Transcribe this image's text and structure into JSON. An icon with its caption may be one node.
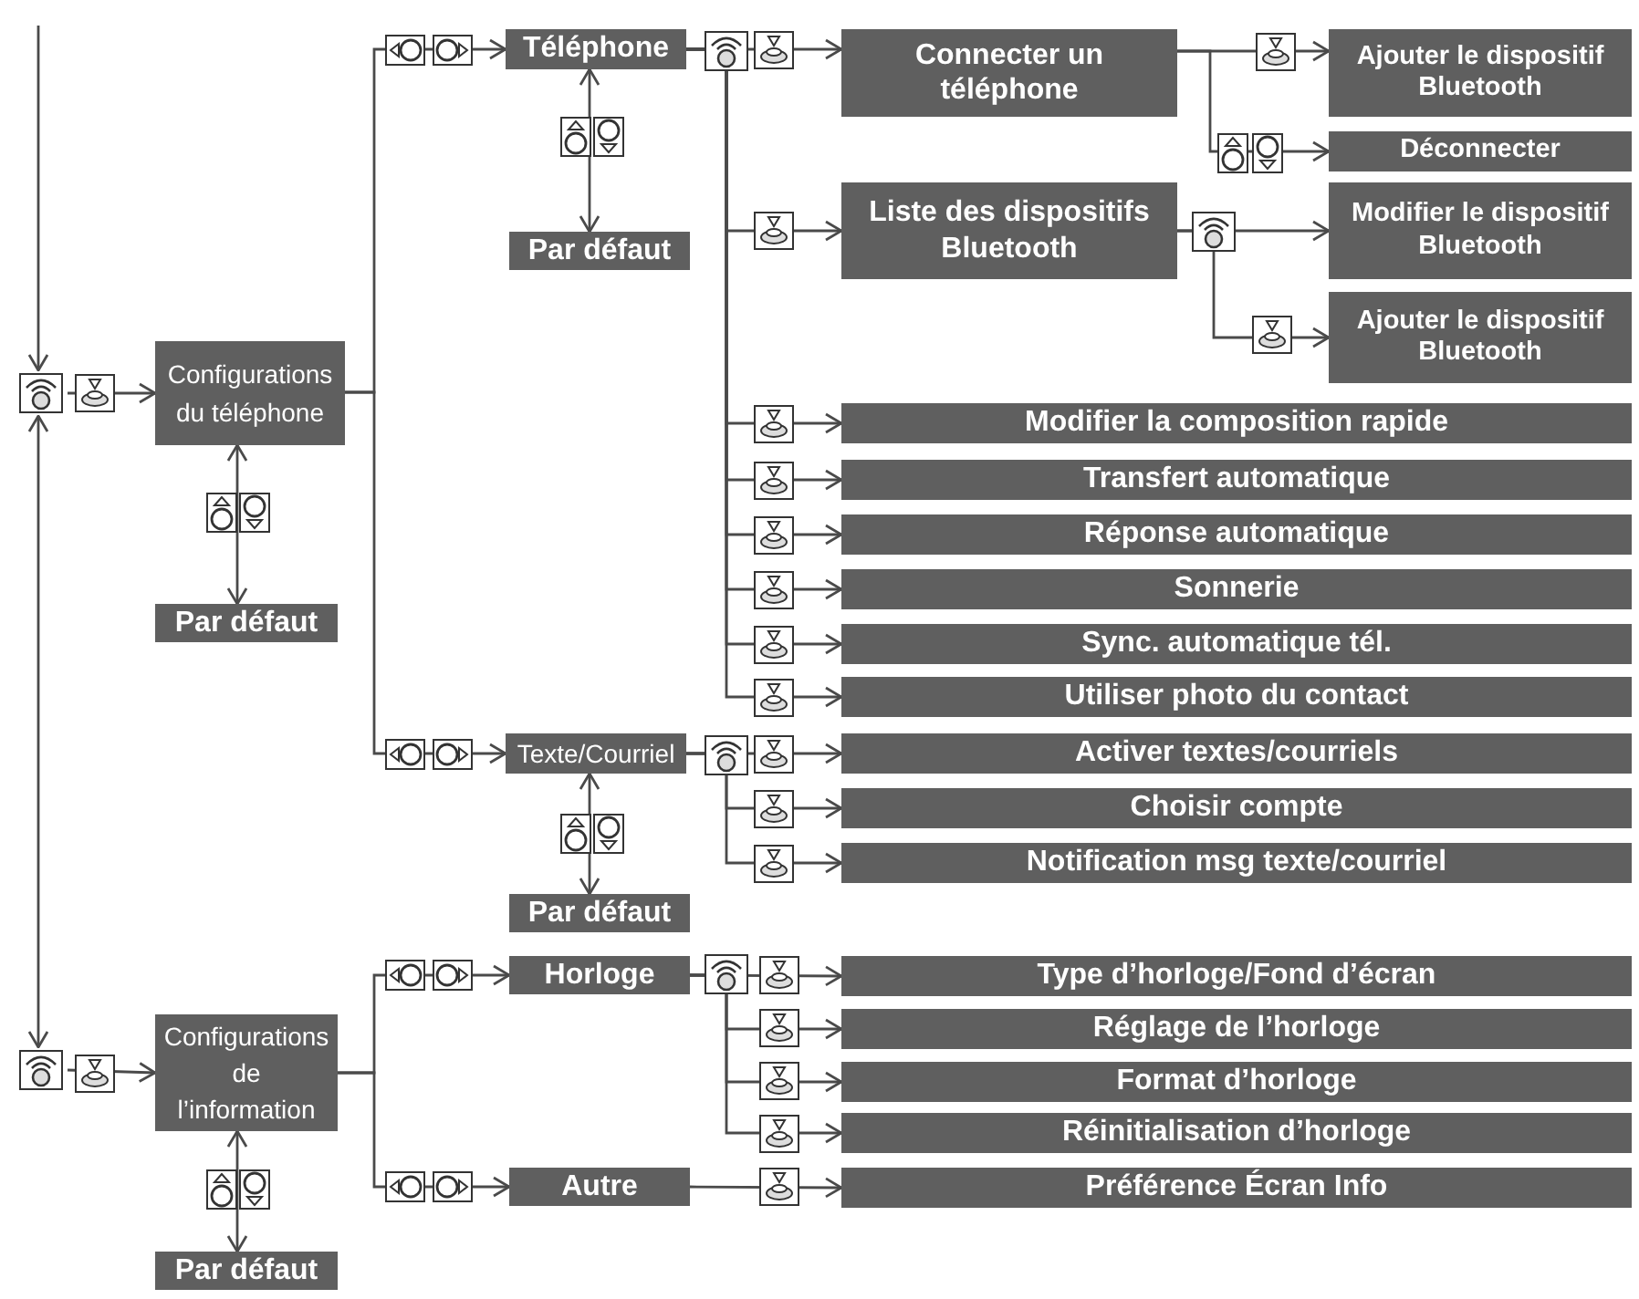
{
  "diagram": {
    "nodes": [
      {
        "text": [],
        "shape": "picture"
      },
      {
        "text": [
          "Configurations du téléphone"
        ]
      },
      {
        "text": [
          "Par défaut"
        ]
      },
      {
        "text": [
          "Téléphone"
        ]
      },
      {
        "text": [
          "Par défaut"
        ]
      },
      {
        "text": [
          "Connecter un téléphone"
        ]
      },
      {
        "text": [
          "Ajouter le dispositif Bluetooth"
        ]
      },
      {
        "text": [
          "Déconnecter"
        ]
      },
      {
        "text": [
          "Liste des dispositifs Bluetooth"
        ]
      },
      {
        "text": [
          "Modifier le dispositif Bluetooth"
        ]
      },
      {
        "text": [
          "Ajouter le dispositif Bluetooth"
        ]
      },
      {
        "text": [
          "Modifier la composition rapide"
        ]
      },
      {
        "text": [
          "Transfert automatique"
        ]
      },
      {
        "text": [
          "Réponse automatique"
        ]
      },
      {
        "text": [
          "Sonnerie"
        ]
      },
      {
        "text": [
          "Sync. automatique tél."
        ]
      },
      {
        "text": [
          "Utiliser photo du contact"
        ]
      },
      {
        "text": [
          "Texte/Courriel"
        ]
      },
      {
        "text": [
          "Par défaut"
        ]
      },
      {
        "text": [
          "Activer textes/courriels"
        ]
      },
      {
        "text": [
          "Choisir compte"
        ]
      },
      {
        "text": [
          "Notification msg texte/courriel"
        ]
      },
      {
        "text": [],
        "shape": "picture"
      },
      {
        "text": [
          "Configurations de l’information"
        ]
      },
      {
        "text": [
          "Par défaut"
        ]
      },
      {
        "text": [
          "Horloge"
        ]
      },
      {
        "text": [
          "Type d’horloge/Fond d’écran"
        ]
      },
      {
        "text": [
          "Réglage de l’horloge"
        ]
      },
      {
        "text": [
          "Format d’horloge"
        ]
      },
      {
        "text": [
          "Réinitialisation d’horloge"
        ]
      },
      {
        "text": [
          "Autre"
        ]
      },
      {
        "text": [
          "Préférence Écran Info"
        ]
      }
    ],
    "edges": [
      {
        "from": null,
        "to": 0,
        "arrow": "to"
      },
      {
        "from": 0,
        "to": 1,
        "arrow": "to"
      },
      {
        "from": 0,
        "to": 22,
        "arrow": "both"
      },
      {
        "from": 1,
        "to": 2,
        "arrow": "both"
      },
      {
        "from": 1,
        "to": 3,
        "arrow": "to"
      },
      {
        "from": 1,
        "to": 17,
        "arrow": "to"
      },
      {
        "from": 3,
        "to": 4,
        "arrow": "both"
      },
      {
        "from": 3,
        "to": 5,
        "arrow": "to"
      },
      {
        "from": 3,
        "to": 8,
        "arrow": "to"
      },
      {
        "from": 3,
        "to": 11,
        "arrow": "to"
      },
      {
        "from": 3,
        "to": 12,
        "arrow": "to"
      },
      {
        "from": 3,
        "to": 13,
        "arrow": "to"
      },
      {
        "from": 3,
        "to": 14,
        "arrow": "to"
      },
      {
        "from": 3,
        "to": 15,
        "arrow": "to"
      },
      {
        "from": 3,
        "to": 16,
        "arrow": "to"
      },
      {
        "from": 5,
        "to": 6,
        "arrow": "to"
      },
      {
        "from": 5,
        "to": 7,
        "arrow": "to"
      },
      {
        "from": 8,
        "to": 9,
        "arrow": "to"
      },
      {
        "from": 8,
        "to": 10,
        "arrow": "to"
      },
      {
        "from": 17,
        "to": 18,
        "arrow": "both"
      },
      {
        "from": 17,
        "to": 19,
        "arrow": "to"
      },
      {
        "from": 17,
        "to": 20,
        "arrow": "to"
      },
      {
        "from": 17,
        "to": 21,
        "arrow": "to"
      },
      {
        "from": 22,
        "to": 23,
        "arrow": "to"
      },
      {
        "from": 23,
        "to": 24,
        "arrow": "both"
      },
      {
        "from": 23,
        "to": 25,
        "arrow": "to"
      },
      {
        "from": 23,
        "to": 30,
        "arrow": "to"
      },
      {
        "from": 25,
        "to": 26,
        "arrow": "to"
      },
      {
        "from": 25,
        "to": 27,
        "arrow": "to"
      },
      {
        "from": 25,
        "to": 28,
        "arrow": "to"
      },
      {
        "from": 25,
        "to": 29,
        "arrow": "to"
      },
      {
        "from": 30,
        "to": 31,
        "arrow": "to"
      }
    ]
  }
}
